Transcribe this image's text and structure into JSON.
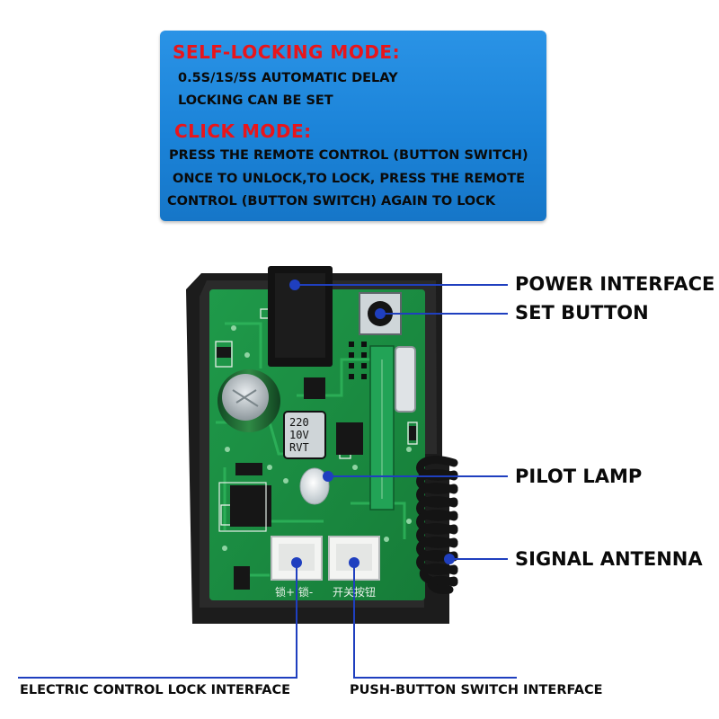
{
  "info_box": {
    "self_locking_title": "SELF-LOCKING MODE:",
    "self_locking_line1": "0.5S/1S/5S AUTOMATIC DELAY",
    "self_locking_line2": "LOCKING CAN BE SET",
    "click_title": "CLICK MODE:",
    "click_line1": "PRESS THE REMOTE CONTROL (BUTTON SWITCH)",
    "click_line2": "ONCE TO UNLOCK,TO LOCK, PRESS THE REMOTE",
    "click_line3": "CONTROL (BUTTON SWITCH) AGAIN TO LOCK"
  },
  "callouts": {
    "power_interface": "POWER INTERFACE",
    "set_button": "SET BUTTON",
    "pilot_lamp": "PILOT LAMP",
    "signal_antenna": "SIGNAL ANTENNA",
    "electric_lock": "ELECTRIC CONTROL LOCK INTERFACE",
    "push_button": "PUSH-BUTTON SWITCH INTERFACE"
  },
  "board": {
    "lock_terminals": "锁+  锁-",
    "switch_terminals": "开关按钮",
    "capacitor_line1": "220",
    "capacitor_line2": "10V",
    "capacitor_line3": "RVT"
  },
  "colors": {
    "info_box": "#1b83d8",
    "header_red": "#e8151b",
    "pcb_green": "#1a8a42",
    "leader_blue": "#1f3fbf",
    "case_black": "#1c1c1c"
  }
}
